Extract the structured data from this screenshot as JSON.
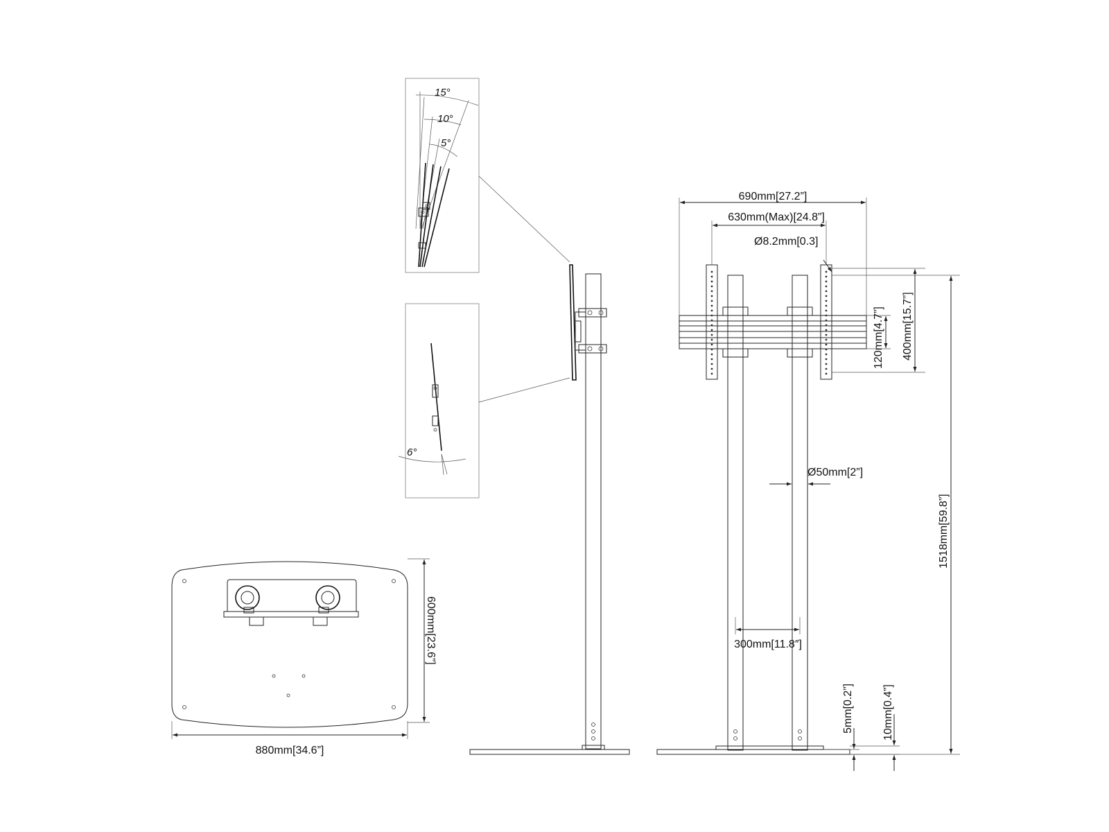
{
  "dimensions": {
    "overall_width": "690mm[27.2”]",
    "vesa_width_max": "630mm(Max)[24.8”]",
    "hole_diameter": "Ø8.2mm[0.3]",
    "rail_height": "120mm[4.7”]",
    "bracket_height": "400mm[15.7”]",
    "total_height": "1518mm[59.8”]",
    "pole_diameter": "Ø50mm[2”]",
    "pole_spacing": "300mm[11.8″]",
    "base_plate_thickness": "5mm[0.2”]",
    "base_height": "10mm[0.4”]",
    "base_depth": "600mm[23.6”]",
    "base_width": "880mm[34.6”]"
  },
  "tilt": {
    "angle_15": "15°",
    "angle_10": "10°",
    "angle_5": "5°",
    "angle_6": "6°"
  }
}
